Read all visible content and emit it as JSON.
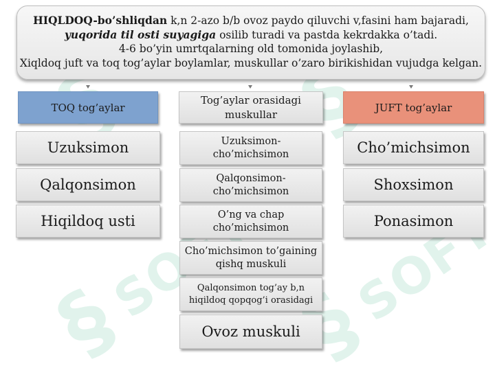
{
  "top": {
    "bold_title": "HIQLDOQ-bo’shliqdan",
    "line1_rest": " k,n 2-azo b/b ovoz paydo qiluvchi v,fasini ham bajaradi,",
    "line2_italic": "yuqorida til osti suyagiga",
    "line2_rest": " osilib turadi va pastda kekrdakka o’tadi.",
    "line3": "4-6 bo’yin umrtqalarning old tomonida joylashib,",
    "line4": "Xiqldoq juft va toq tog’aylar boylamlar, muskullar o’zaro birikishidan vujudga kelgan."
  },
  "columns": {
    "left_header": "TOQ tog’aylar",
    "middle_header": "Tog’aylar orasidagi muskullar",
    "right_header": "JUFT tog’aylar"
  },
  "colors": {
    "left_header_bg": "#7ea2cf",
    "right_header_bg": "#e9917a",
    "watermark": "#5cc09a"
  },
  "left_items": [
    "Uzuksimon",
    "Qalqonsimon",
    "Hiqildoq usti"
  ],
  "middle_items": [
    "Uzuksimon-cho’michsimon",
    "Qalqonsimon-cho’michsimon",
    "O’ng va chap cho’michsimon",
    "Cho’michsimon to’gaining qishq muskuli",
    "Qalqonsimon tog’ay b,n hiqildoq qopqog’i orasidagi",
    "Ovoz muskuli"
  ],
  "right_items": [
    "Cho’michsimon",
    "Shoxsimon",
    "Ponasimon"
  ],
  "watermark_text": "SOFT"
}
